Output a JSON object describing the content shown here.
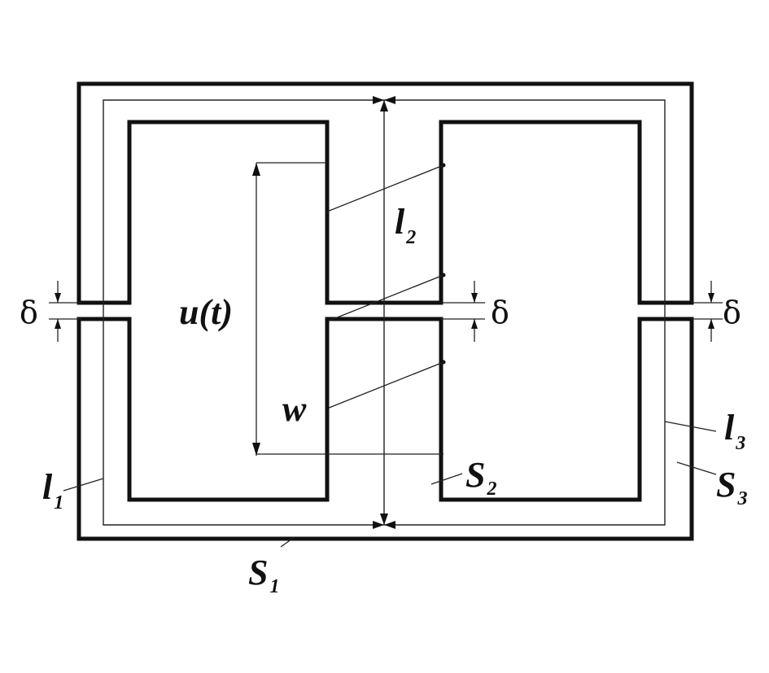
{
  "diagram": {
    "labels": {
      "u": "u(t)",
      "w": "w",
      "delta_left": "δ",
      "delta_center": "δ",
      "delta_right": "δ",
      "l": "l",
      "S": "S",
      "sub1": "1",
      "sub2": "2",
      "sub3": "3"
    }
  }
}
